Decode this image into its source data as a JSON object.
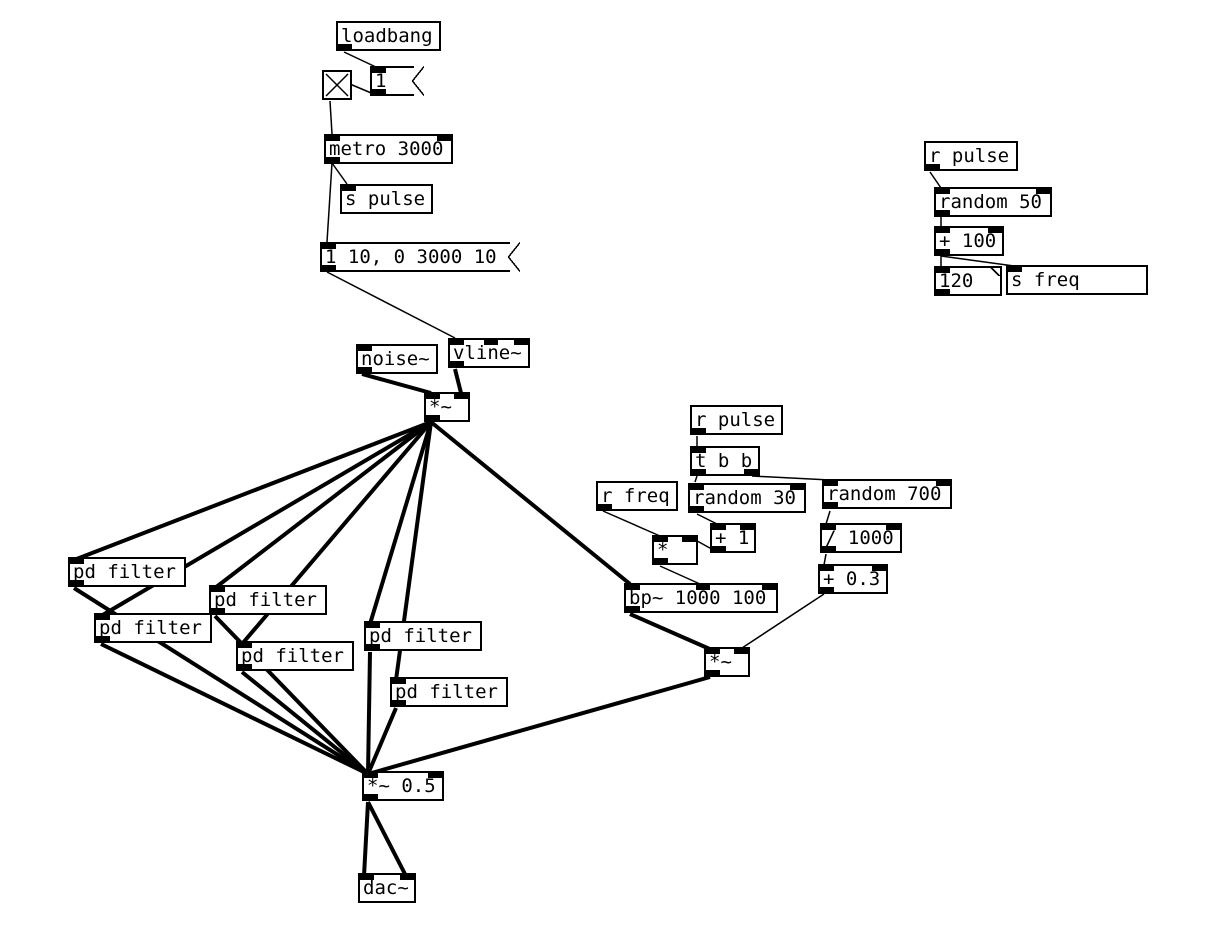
{
  "app": "Pure Data patch",
  "objects": {
    "loadbang": "loadbang",
    "msg_one": "1",
    "metro": "metro 3000",
    "s_pulse": "s pulse",
    "msg_ramp": "1 10, 0 3000 10",
    "noise": "noise~",
    "vline": "vline~",
    "mul_sig1": "*~",
    "r_pulse1": "r pulse",
    "random50": "random 50",
    "plus100": "+ 100",
    "num_out": "120",
    "s_freq": "s freq",
    "r_pulse2": "r pulse",
    "tbb": "t b b",
    "r_freq": "r freq",
    "random30": "random 30",
    "random700": "random 700",
    "mul": "*",
    "plus1": "+ 1",
    "div1000": "/ 1000",
    "plus03": "+ 0.3",
    "bp": "bp~ 1000 100",
    "mul_sig2": "*~",
    "filter1": "pd filter",
    "filter2": "pd filter",
    "filter3": "pd filter",
    "filter4": "pd filter",
    "filter5": "pd filter",
    "filter6": "pd filter",
    "mul05": "*~ 0.5",
    "dac": "dac~"
  },
  "toggle": {
    "state": "on"
  }
}
